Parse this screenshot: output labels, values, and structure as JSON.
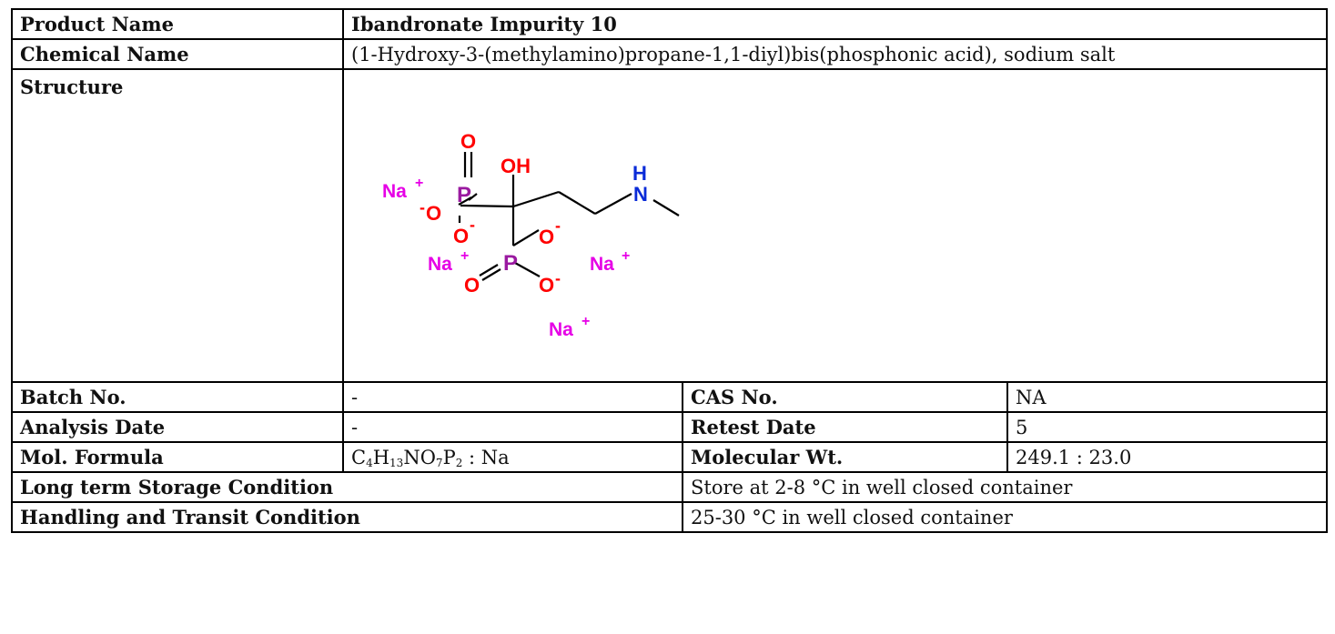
{
  "product": {
    "name_label": "Product Name",
    "name_value": "Ibandronate Impurity 10",
    "chem_label": "Chemical Name",
    "chem_value": "(1-Hydroxy-3-(methylamino)propane-1,1-diyl)bis(phosphonic acid), sodium salt",
    "structure_label": "Structure"
  },
  "structure": {
    "atoms": {
      "na1": "Na",
      "na2": "Na",
      "na3": "Na",
      "na4": "Na",
      "plus": "+",
      "minus": "-",
      "o": "O",
      "oh": "OH",
      "p": "P",
      "h": "H",
      "n": "N"
    },
    "colors": {
      "sodium": "#e600e6",
      "oxygen": "#ff0000",
      "phosphorus": "#9a1aa0",
      "nitrogen": "#0a2bd8",
      "bond": "#000000"
    }
  },
  "details": {
    "batch_label": "Batch No.",
    "batch_value": "-",
    "cas_label": "CAS No.",
    "cas_value": "NA",
    "analysis_label": "Analysis Date",
    "analysis_value": "-",
    "retest_label": "Retest Date",
    "retest_value": "5",
    "formula_label": "Mol. Formula",
    "formula_parts": {
      "c": "C",
      "c_n": "4",
      "h": "H",
      "h_n": "13",
      "no": "NO",
      "o_n": "7",
      "p": "P",
      "p_n": "2",
      "tail": " : Na"
    },
    "mw_label": "Molecular Wt.",
    "mw_value": "249.1 : 23.0",
    "storage_label": "Long term Storage Condition",
    "storage_value": "Store at 2-8 °C in well closed container",
    "transit_label": "Handling and Transit Condition",
    "transit_value": "25-30 °C in well closed container"
  }
}
